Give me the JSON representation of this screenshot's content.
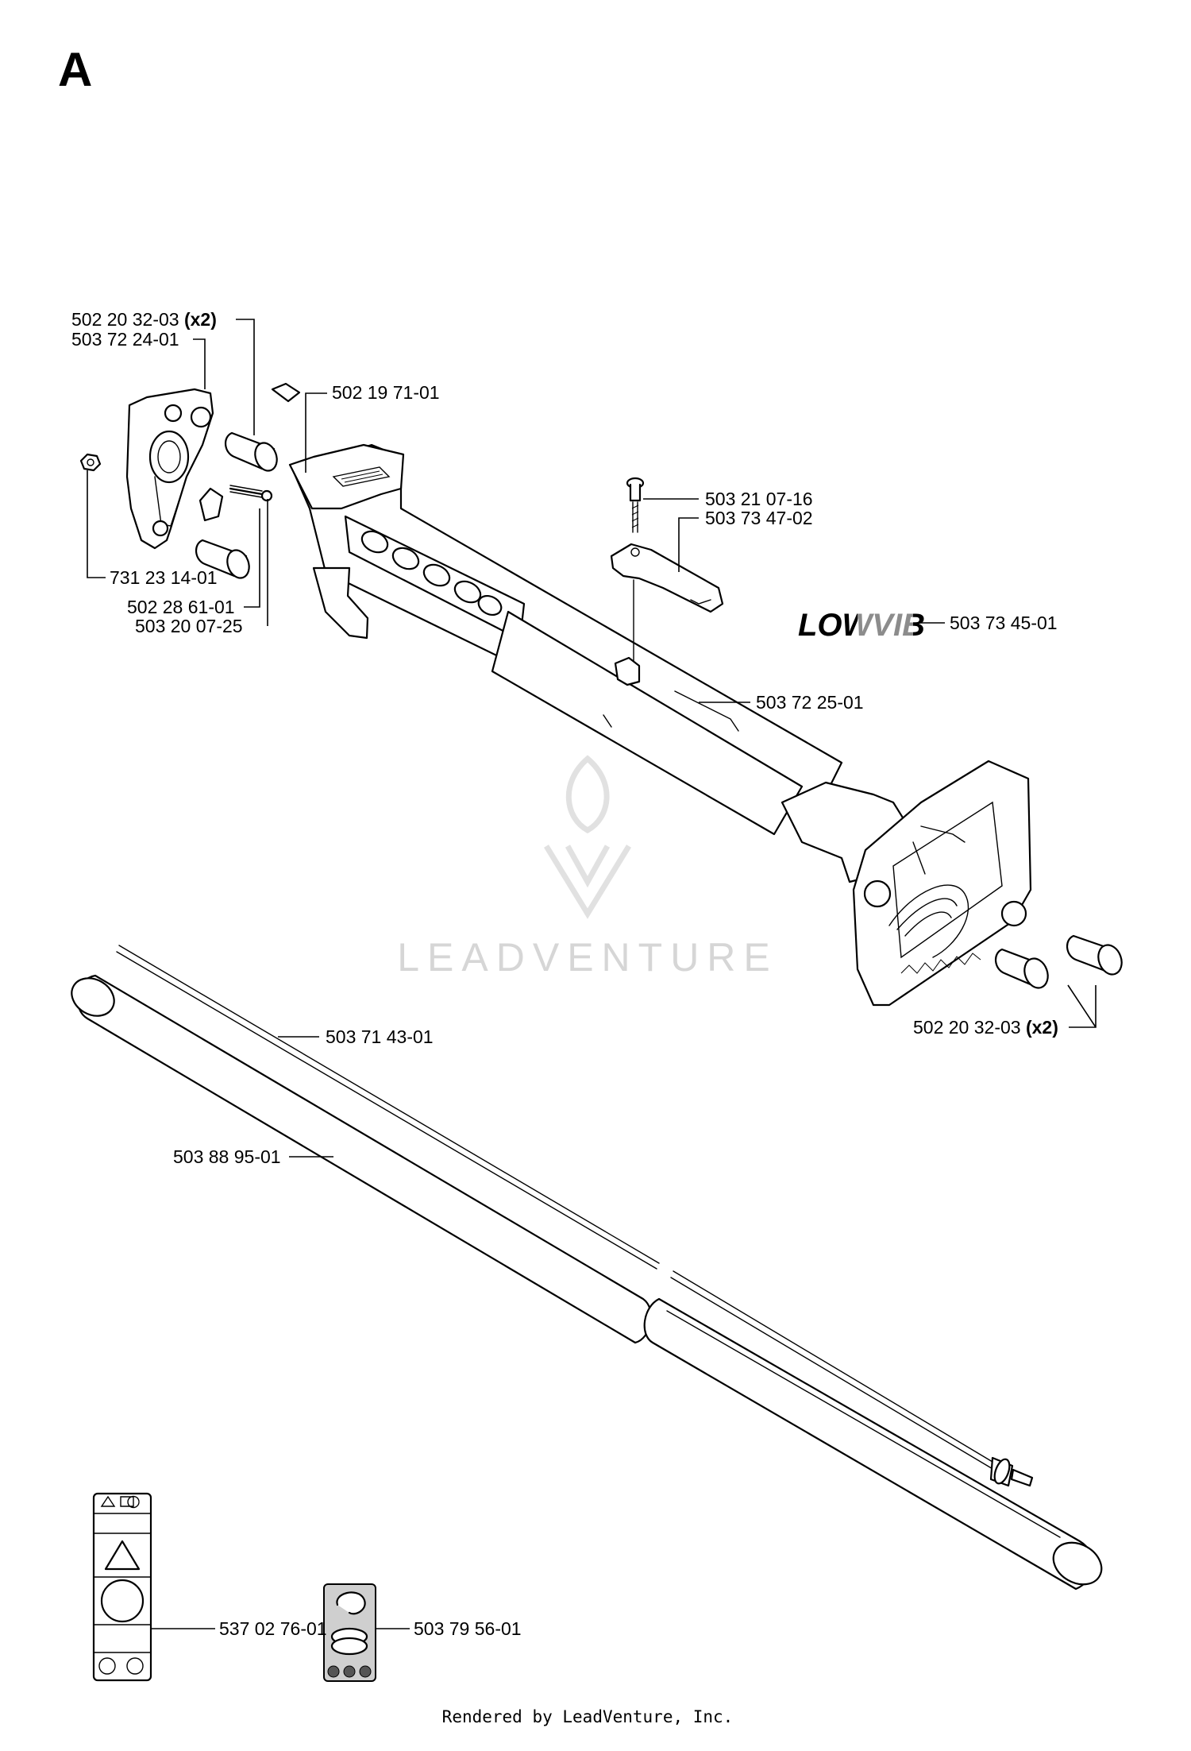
{
  "section": "A",
  "labels": {
    "grip_cap_top": "502 20 32-03",
    "grip_cap_top_qty": "(x2)",
    "handle_bracket": "503 72 24-01",
    "square_nut": "502 19 71-01",
    "screw_long": "503 21 07-16",
    "throttle_bracket": "503 73 47-02",
    "decal": "503 73 45-01",
    "nut": "731 23 14-01",
    "clamp": "502 28 61-01",
    "bolt": "503 20 07-25",
    "shaft_housing": "503 72 25-01",
    "grip_cap_bottom": "502 20 32-03",
    "grip_cap_bottom_qty": "(x2)",
    "drive_shaft": "503 71 43-01",
    "shaft_tube": "503 88 95-01",
    "warning_decal": "537 02 76-01",
    "trimmer_head_decal": "503 79 56-01"
  },
  "decal_text": "LOWVIB",
  "watermark": "LEADVENTURE",
  "footer": "Rendered by LeadVenture, Inc."
}
